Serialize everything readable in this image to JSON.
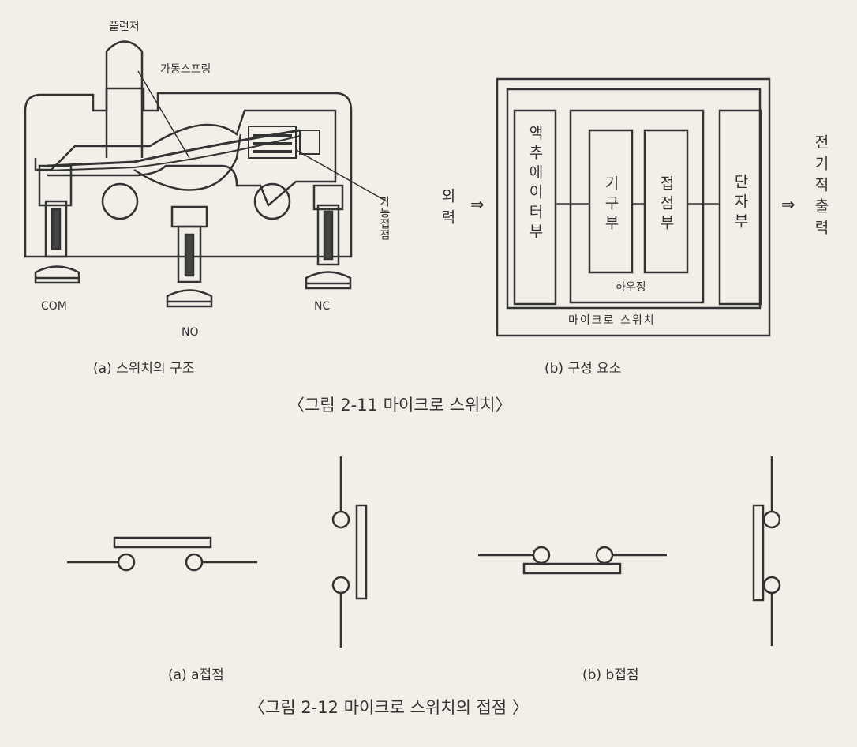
{
  "fig1": {
    "part_a": {
      "plunger": "플런저",
      "movable_spring": "가동스프링",
      "movable_contact": "가동접점",
      "com": "COM",
      "no": "NO",
      "nc": "NC",
      "caption": "(a) 스위치의 구조"
    },
    "part_b": {
      "input_label": "외력",
      "actuator": "액추에이터부",
      "mechanism": "기구부",
      "contact": "접점부",
      "housing": "하우징",
      "terminal": "단자부",
      "switch_label": "마이크로 스위치",
      "output_label": "전기적출력",
      "arrow": "⇒",
      "caption": "(b) 구성 요소"
    },
    "title": "〈그림 2-11 마이크로 스위치〉"
  },
  "fig2": {
    "caption_a": "(a) a접점",
    "caption_b": "(b) b접점",
    "title": "〈그림 2-12 마이크로 스위치의 접점 〉"
  }
}
